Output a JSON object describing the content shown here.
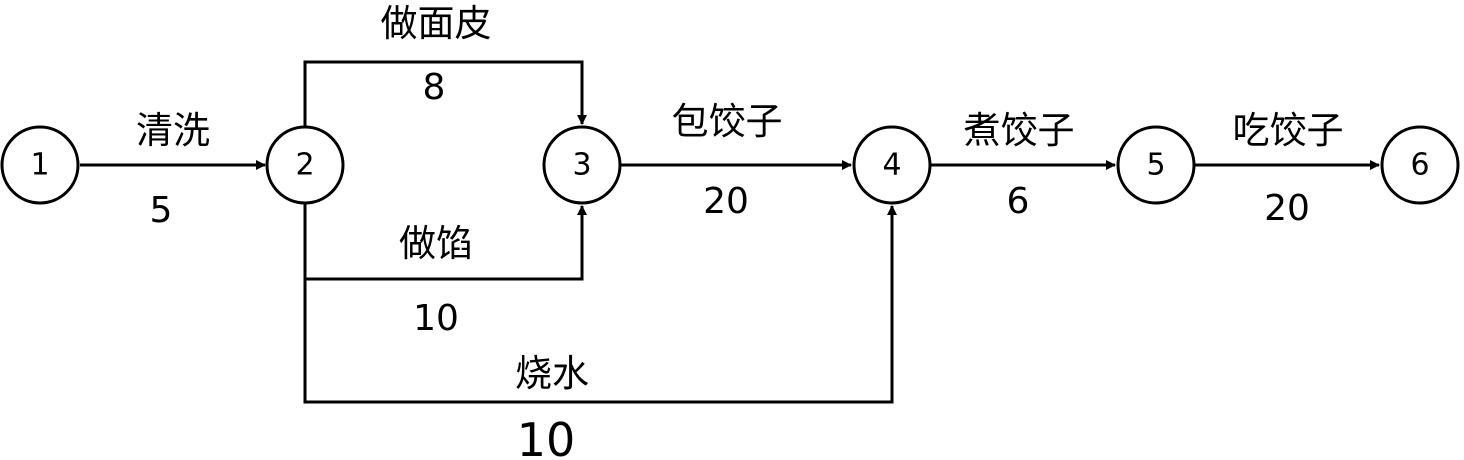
{
  "diagram": {
    "nodes": [
      {
        "id": "1",
        "label": "1"
      },
      {
        "id": "2",
        "label": "2"
      },
      {
        "id": "3",
        "label": "3"
      },
      {
        "id": "4",
        "label": "4"
      },
      {
        "id": "5",
        "label": "5"
      },
      {
        "id": "6",
        "label": "6"
      }
    ],
    "edges": [
      {
        "from": "1",
        "to": "2",
        "name": "清洗",
        "weight": "5"
      },
      {
        "from": "2",
        "to": "3",
        "name": "做面皮",
        "weight": "8"
      },
      {
        "from": "2",
        "to": "3",
        "name": "做馅",
        "weight": "10"
      },
      {
        "from": "2",
        "to": "4",
        "name": "烧水",
        "weight": "10"
      },
      {
        "from": "3",
        "to": "4",
        "name": "包饺子",
        "weight": "20"
      },
      {
        "from": "4",
        "to": "5",
        "name": "煮饺子",
        "weight": "6"
      },
      {
        "from": "5",
        "to": "6",
        "name": "吃饺子",
        "weight": "20"
      }
    ]
  }
}
